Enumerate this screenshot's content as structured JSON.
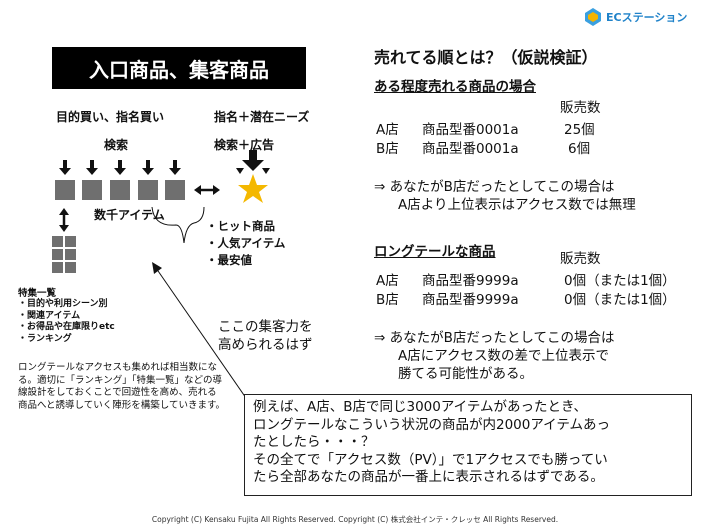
{
  "logo": {
    "text": "ECステーション",
    "icon": "ec-station-logo-icon"
  },
  "left": {
    "title": "入口商品、集客商品",
    "col1_heading": "目的買い、指名買い",
    "col1_sub": "検索",
    "col2_heading": "指名＋潜在ニーズ",
    "col2_sub": "検索＋広告",
    "items_label": "数千アイテム",
    "bullets": [
      "・ヒット商品",
      "・人気アイテム",
      "・最安値"
    ],
    "feature_title": "特集一覧",
    "feature_items": [
      "・目的や利用シーン別",
      "・関連アイテム",
      "・お得品や在庫限りetc",
      "・ランキング"
    ],
    "note": "ロングテールなアクセスも集めれば相当数になる。適切に「ランキング」「特集一覧」などの導線設計をしておくことで回遊性を高め、売れる商品へと誘導していく陣形を構築していきます。",
    "annotation_line1": "ここの集客力を",
    "annotation_line2": "高められるはず"
  },
  "right": {
    "heading": "売れてる順とは？（仮説検証）",
    "section1": {
      "title": "ある程度売れる商品の場合",
      "col_header": "販売数",
      "rows": [
        {
          "store": "A店",
          "model": "商品型番0001a",
          "sales": "25個"
        },
        {
          "store": "B店",
          "model": "商品型番0001a",
          "sales": "6個"
        }
      ],
      "conclusion_line1": "⇒ あなたがB店だったとしてこの場合は",
      "conclusion_line2": "A店より上位表示はアクセス数では無理"
    },
    "section2": {
      "title": "ロングテールな商品",
      "col_header": "販売数",
      "rows": [
        {
          "store": "A店",
          "model": "商品型番9999a",
          "sales": "0個（または1個）"
        },
        {
          "store": "B店",
          "model": "商品型番9999a",
          "sales": "0個（または1個）"
        }
      ],
      "conclusion_line1": "⇒ あなたがB店だったとしてこの場合は",
      "conclusion_line2": "A店にアクセス数の差で上位表示で",
      "conclusion_line3": "勝てる可能性がある。"
    }
  },
  "callout": {
    "line1": "例えば、A店、B店で同じ3000アイテムがあったとき、",
    "line2": "ロングテールなこういう状況の商品が内2000アイテムあっ",
    "line3": "たとしたら・・・？",
    "line4": "その全てで「アクセス数（PV）」で1アクセスでも勝ってい",
    "line5": "たら全部あなたの商品が一番上に表示されるはずである。"
  },
  "footer": "Copyright (C) Kensaku Fujita All Rights Reserved. Copyright (C) 株式会社インテ・クレッセ All Rights Reserved."
}
